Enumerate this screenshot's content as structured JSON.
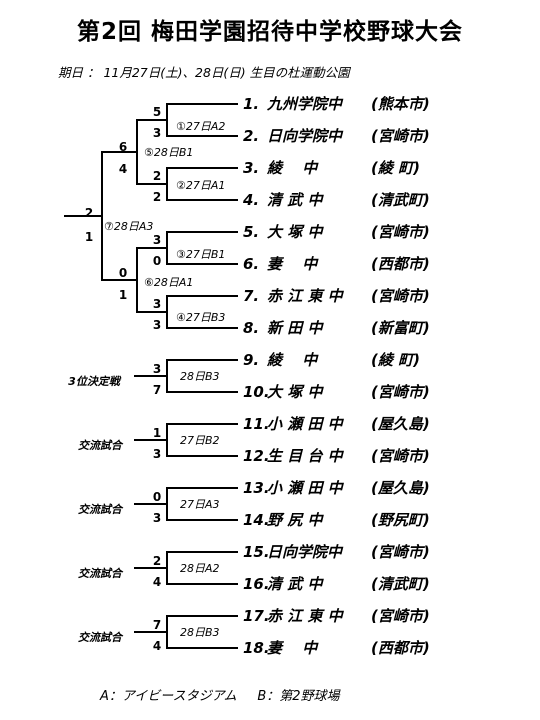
{
  "header": {
    "title": "第2回 梅田学園招待中学校野球大会",
    "info": "期日 ： 11月27日(土)、28日(日)  生目の杜運動公園"
  },
  "teams": [
    {
      "num": "1.",
      "name": "九州学院中",
      "city": "(熊本市)"
    },
    {
      "num": "2.",
      "name": "日向学院中",
      "city": "(宮崎市)"
    },
    {
      "num": "3.",
      "name": "綾　 中",
      "city": "(綾 町)"
    },
    {
      "num": "4.",
      "name": "清 武 中",
      "city": "(清武町)"
    },
    {
      "num": "5.",
      "name": "大 塚 中",
      "city": "(宮崎市)"
    },
    {
      "num": "6.",
      "name": "妻　 中",
      "city": "(西都市)"
    },
    {
      "num": "7.",
      "name": "赤 江 東 中",
      "city": "(宮崎市)"
    },
    {
      "num": "8.",
      "name": "新 田 中",
      "city": "(新富町)"
    },
    {
      "num": "9.",
      "name": "綾　 中",
      "city": "(綾 町)"
    },
    {
      "num": "10.",
      "name": "大 塚 中",
      "city": "(宮崎市)"
    },
    {
      "num": "11.",
      "name": "小 瀬 田 中",
      "city": "(屋久島)"
    },
    {
      "num": "12.",
      "name": "生 目 台 中",
      "city": "(宮崎市)"
    },
    {
      "num": "13.",
      "name": "小 瀬 田 中",
      "city": "(屋久島)"
    },
    {
      "num": "14.",
      "name": "野 尻 中",
      "city": "(野尻町)"
    },
    {
      "num": "15.",
      "name": "日向学院中",
      "city": "(宮崎市)"
    },
    {
      "num": "16.",
      "name": "清 武 中",
      "city": "(清武町)"
    },
    {
      "num": "17.",
      "name": "赤 江 東 中",
      "city": "(宮崎市)"
    },
    {
      "num": "18.",
      "name": "妻　 中",
      "city": "(西都市)"
    }
  ],
  "bracket": {
    "r1": [
      {
        "top": "5",
        "bottom": "3",
        "game": "①27日A2"
      },
      {
        "top": "2",
        "bottom": "2",
        "game": "②27日A1"
      },
      {
        "top": "3",
        "bottom": "0",
        "game": "③27日B1"
      },
      {
        "top": "3",
        "bottom": "3",
        "game": "④27日B3"
      }
    ],
    "semis": [
      {
        "top": "6",
        "bottom": "4",
        "game": "⑤28日B1"
      },
      {
        "top": "0",
        "bottom": "1",
        "game": "⑥28日A1"
      }
    ],
    "final": {
      "top": "2",
      "bottom": "1",
      "game": "⑦28日A3"
    }
  },
  "side_games": [
    {
      "label": "3位決定戦",
      "top": "3",
      "bottom": "7",
      "game": "28日B3"
    },
    {
      "label": "交流試合",
      "top": "1",
      "bottom": "3",
      "game": "27日B2"
    },
    {
      "label": "交流試合",
      "top": "0",
      "bottom": "3",
      "game": "27日A3"
    },
    {
      "label": "交流試合",
      "top": "2",
      "bottom": "4",
      "game": "28日A2"
    },
    {
      "label": "交流試合",
      "top": "7",
      "bottom": "4",
      "game": "28日B3"
    }
  ],
  "legend": "A：アイビースタジアム     B：第2野球場"
}
